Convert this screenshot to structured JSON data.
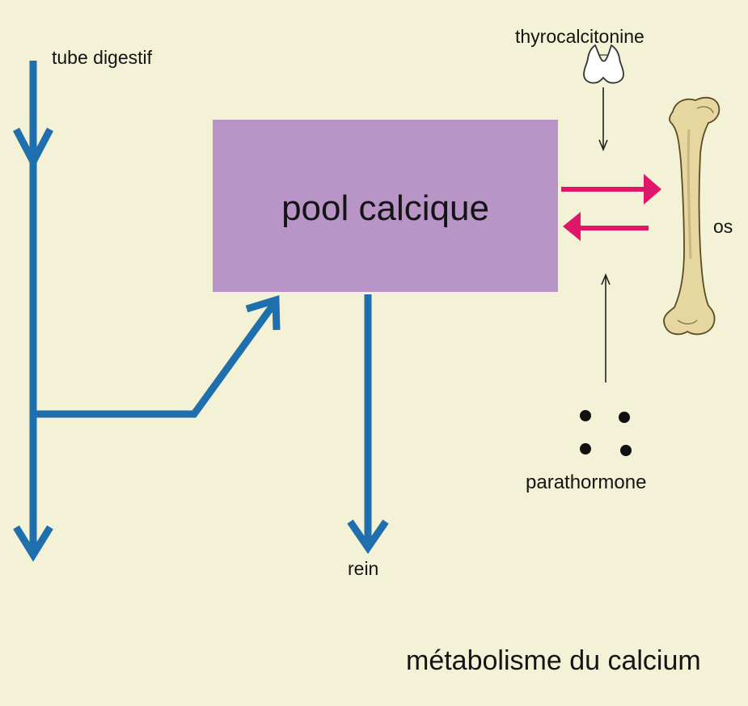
{
  "labels": {
    "tube_digestif": "tube digestif",
    "thyrocalcitonine": "thyrocalcitonine",
    "pool_calcique": "pool calcique",
    "os": "os",
    "parathormone": "parathormone",
    "rein": "rein",
    "title": "métabolisme du calcium"
  },
  "colors": {
    "background": "#f3f1d6",
    "pool_box": "#b895c6",
    "flow_arrows": "#1f6fae",
    "bone_exchange_arrows": "#e0166b",
    "hormone_arrows": "#222222",
    "bone": "#e6d7a0",
    "gland": "#ffffff",
    "text": "#141414"
  },
  "icons": {
    "thyroid": "thyroid-gland-icon",
    "bone": "femur-bone-icon",
    "parathyroid": "parathyroid-dots-icon"
  }
}
